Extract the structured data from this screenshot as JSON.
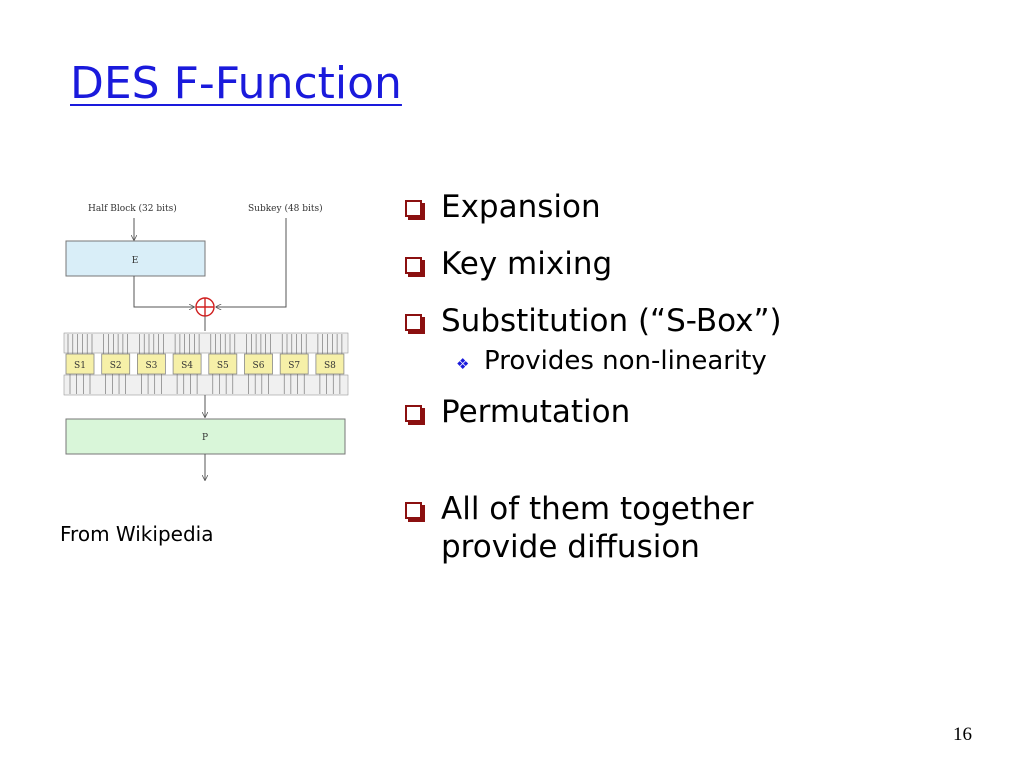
{
  "slide": {
    "title": "DES F-Function",
    "caption": "From Wikipedia",
    "page_number": "16"
  },
  "diagram": {
    "half_block_label": "Half Block (32 bits)",
    "subkey_label": "Subkey (48 bits)",
    "expansion_label": "E",
    "permutation_label": "P",
    "sboxes": [
      "S1",
      "S2",
      "S3",
      "S4",
      "S5",
      "S6",
      "S7",
      "S8"
    ],
    "colors": {
      "expansion_fill": "#d9eef8",
      "permutation_fill": "#d9f6d9",
      "sbox_fill": "#f6f0a8",
      "xor": "#d02020"
    }
  },
  "bullets": {
    "items": [
      {
        "text": "Expansion"
      },
      {
        "text": "Key mixing"
      },
      {
        "text": "Substitution (“S-Box”)"
      },
      {
        "text": "Provides non-linearity"
      },
      {
        "text": "Permutation"
      },
      {
        "text": "All of them together provide diffusion"
      }
    ],
    "bullet_color": "#8b1010",
    "sub_bullet_color": "#1a1adc"
  }
}
